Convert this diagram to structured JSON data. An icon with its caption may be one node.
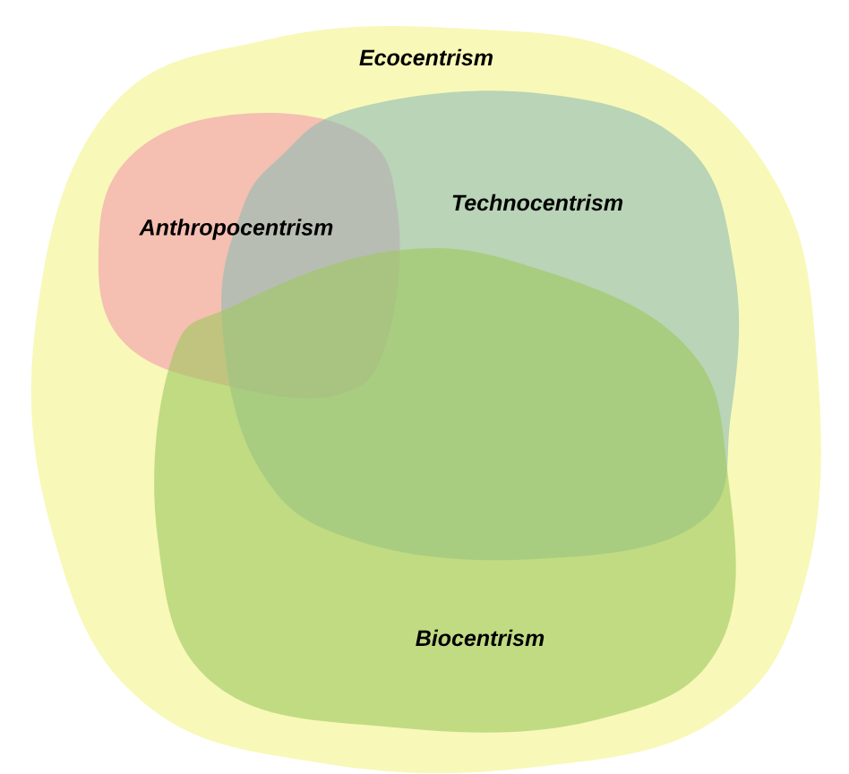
{
  "diagram": {
    "nodes": [
      {
        "text": [
          "Ecocentrism"
        ]
      },
      {
        "text": [
          "Anthropocentrism"
        ],
        "in": 0
      },
      {
        "text": [
          "Technocentrism"
        ],
        "in": 0
      },
      {
        "text": [
          "Biocentrism"
        ],
        "in": 0
      }
    ]
  }
}
